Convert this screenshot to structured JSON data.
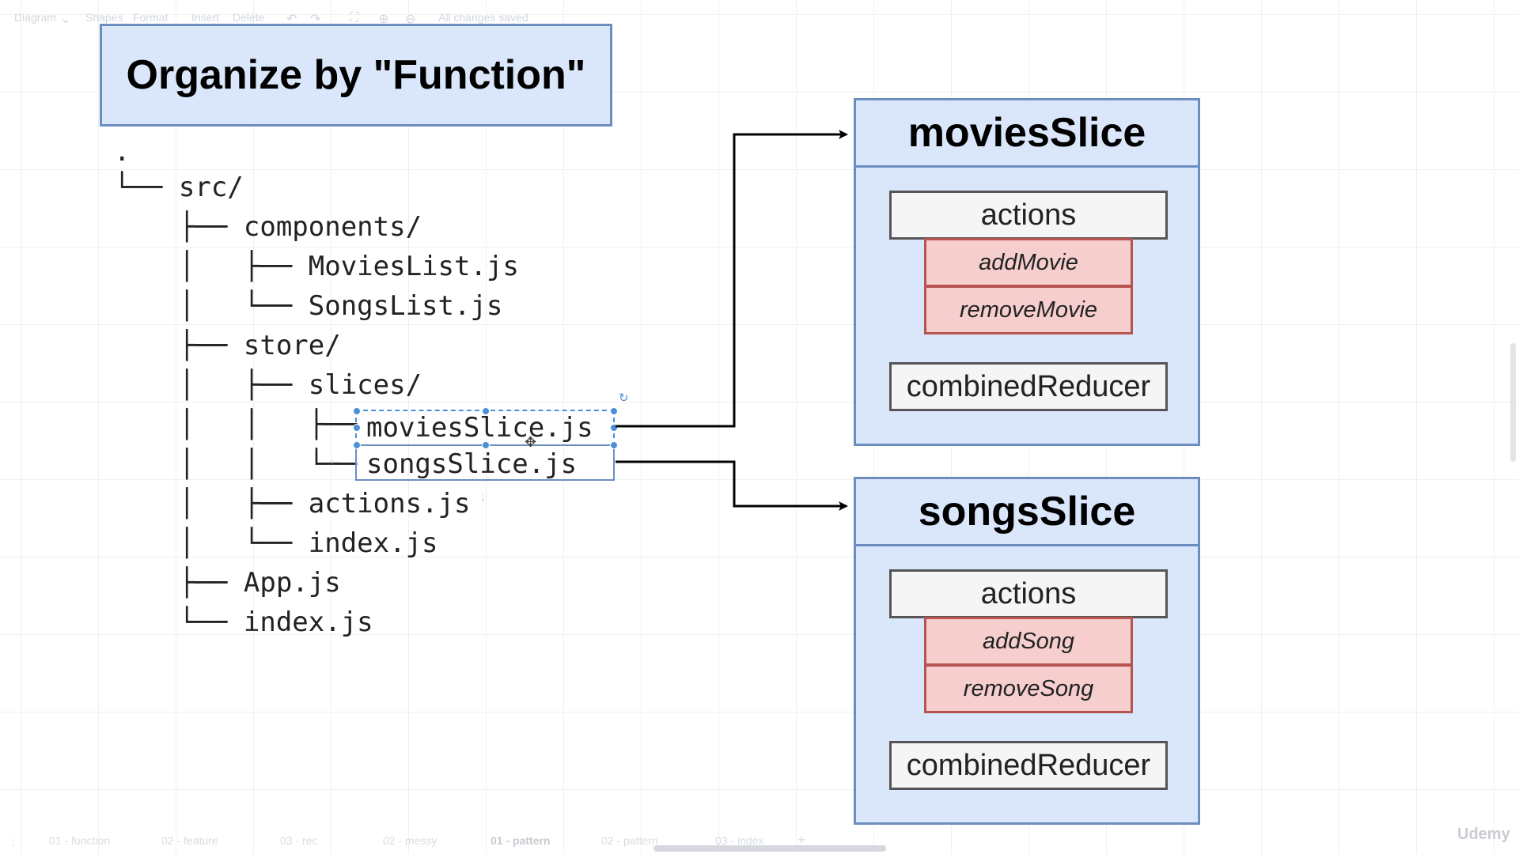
{
  "toolbar": {
    "diagram": "Diagram",
    "shapes": "Shapes",
    "format": "Format",
    "insert": "Insert",
    "delete": "Delete",
    "status": "All changes saved"
  },
  "title": "Organize by \"Function\"",
  "tree": {
    "root": ".",
    "lines": [
      "└── src/",
      "├── components/",
      "│   ├── MoviesList.js",
      "│   └── SongsList.js",
      "├── store/",
      "│   ├── slices/",
      "│   │   ├──",
      "│   │   └──",
      "│   ├── actions.js",
      "│   └── index.js",
      "├── App.js",
      "└── index.js"
    ],
    "selected_files": [
      "moviesSlice.js",
      "songsSlice.js"
    ]
  },
  "slices": [
    {
      "name": "moviesSlice",
      "actions_label": "actions",
      "actions": [
        "addMovie",
        "removeMovie"
      ],
      "reducer_label": "combinedReducer"
    },
    {
      "name": "songsSlice",
      "actions_label": "actions",
      "actions": [
        "addSong",
        "removeSong"
      ],
      "reducer_label": "combinedReducer"
    }
  ],
  "tabs": [
    "01 - function",
    "02 - feature",
    "03 - rec",
    "02 - messy",
    "01 - pattern",
    "02 - pattern",
    "03 - index"
  ],
  "active_tab": "01 - pattern",
  "brand": "Udemy",
  "colors": {
    "title_fill": "#dae7fb",
    "title_border": "#6c8ebf",
    "action_fill": "#f6cece",
    "action_border": "#b85450",
    "selection": "#4a90d9"
  }
}
